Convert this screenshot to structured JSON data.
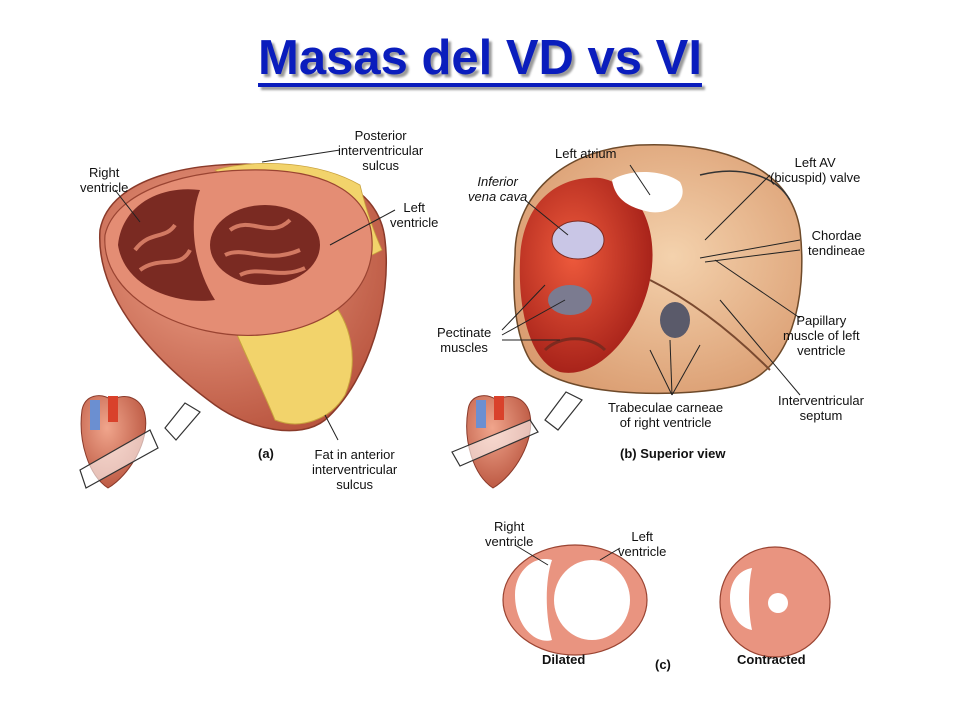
{
  "slide": {
    "title": "Masas del VD vs VI"
  },
  "panel_a": {
    "label": "(a)",
    "right_ventricle": "Right\nventricle",
    "posterior_sulcus": "Posterior\ninterventricular\nsulcus",
    "left_ventricle": "Left\nventricle",
    "fat_anterior_sulcus": "Fat in anterior\ninterventricular\nsulcus"
  },
  "panel_b": {
    "label": "(b) Superior view",
    "left_atrium": "Left atrium",
    "inferior_vena_cava": "Inferior\nvena cava",
    "left_av_valve": "Left AV\n(bicuspid) valve",
    "chordae_tendineae": "Chordae\ntendineae",
    "pectinate_muscles": "Pectinate\nmuscles",
    "papillary_muscle": "Papillary\nmuscle of left\nventricle",
    "trabeculae_carneae": "Trabeculae carneae\nof right ventricle",
    "interventricular_septum": "Interventricular\nseptum"
  },
  "panel_c": {
    "label": "(c)",
    "right_ventricle": "Right\nventricle",
    "left_ventricle": "Left\nventricle",
    "dilated": "Dilated",
    "contracted": "Contracted"
  },
  "colors": {
    "title": "#0a1dbd",
    "muscle": "#d9826b",
    "muscle_dark": "#b85a44",
    "fat": "#f2d36b",
    "tissue": "#e9b88c",
    "blood": "#d9412b"
  }
}
